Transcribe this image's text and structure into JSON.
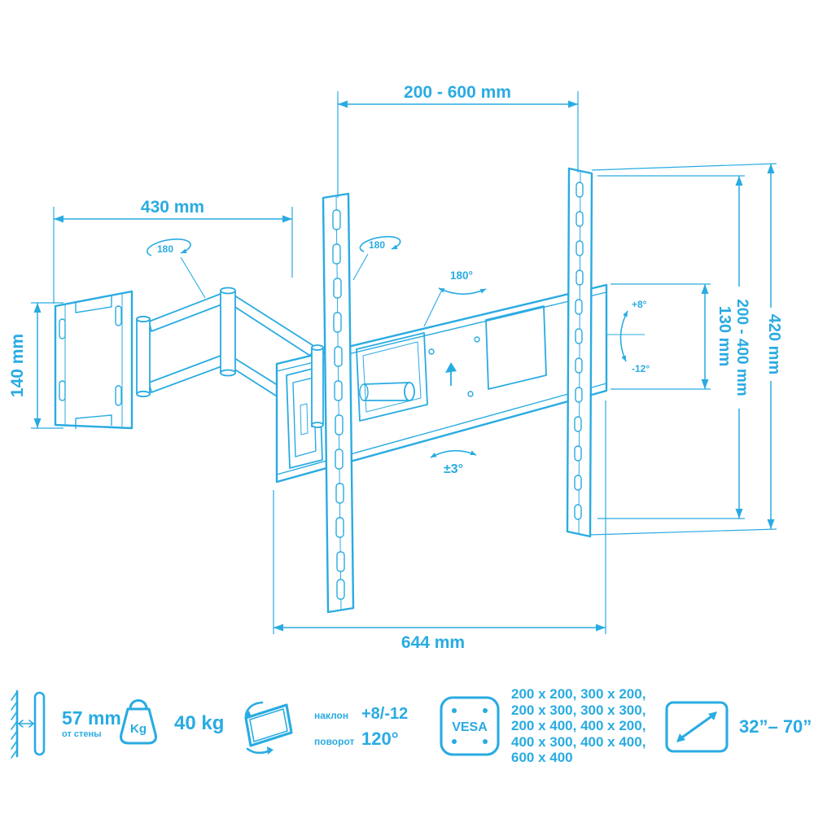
{
  "colors": {
    "accent": "#29abe2",
    "background": "#ffffff"
  },
  "diagram": {
    "dim_top": "200 - 600 mm",
    "dim_arm": "430 mm",
    "dim_wall_plate": "140 mm",
    "dim_plate": "130 mm",
    "dim_vesa_range": "200 - 400 mm",
    "dim_rail": "420 mm",
    "dim_bottom": "644 mm",
    "angle_arm1": "180",
    "angle_arm2": "180",
    "angle_plate": "180°",
    "angle_tilt_up": "+8°",
    "angle_tilt_down": "-12°",
    "angle_level": "±3°"
  },
  "specs": {
    "distance": {
      "value": "57 mm",
      "label": "от стены"
    },
    "weight": {
      "icon_label": "Kg",
      "value": "40 kg"
    },
    "motion": {
      "tilt_label": "наклон",
      "tilt_value": "+8/-12",
      "swivel_label": "поворот",
      "swivel_value": "120°"
    },
    "vesa": {
      "icon_label": "VESA",
      "lines": [
        "200 x 200, 300 x 200,",
        "200 x 300, 300 x 300,",
        "200 x 400, 400 x 200,",
        "400 x 300, 400 x 400,",
        "600 x 400"
      ]
    },
    "screen": {
      "value": "32”– 70”"
    }
  }
}
